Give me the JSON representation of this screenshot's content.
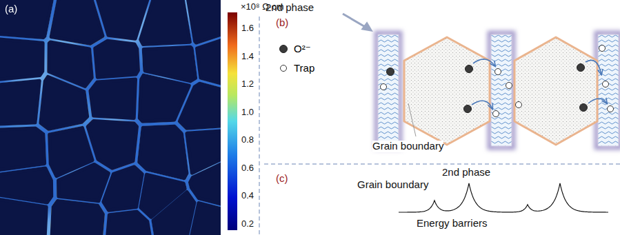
{
  "diagram": {
    "labels": [
      "(a)",
      "×10⁸ Ω·cm",
      "1.6",
      "1.4",
      "1.2",
      "1.0",
      "0.8",
      "0.6",
      "0.4",
      "0.2",
      "2nd phase",
      "(b)",
      "Grain boundary",
      "(c)",
      "2nd phase",
      "Grain boundary",
      "Energy barriers"
    ],
    "legend": [
      {
        "text": "O²⁻"
      },
      {
        "text": "Trap"
      }
    ]
  }
}
